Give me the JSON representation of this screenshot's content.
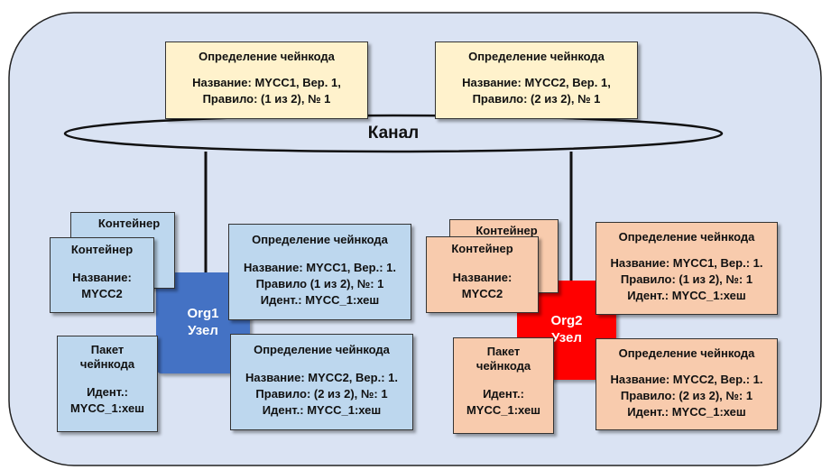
{
  "colors": {
    "background": "#dae3f3",
    "yellow": "#fff2cc",
    "blue": "#bdd7ee",
    "orange": "#f8cbad",
    "org1": "#4472c4",
    "org2": "#ff0000"
  },
  "channel": {
    "label": "Канал"
  },
  "channel_definitions": [
    {
      "header": "Определение чейнкода",
      "lines": [
        "Название: MYCC1, Вер. 1,",
        "Правило: (1 из 2), № 1"
      ]
    },
    {
      "header": "Определение чейнкода",
      "lines": [
        "Название: MYCC2, Вер. 1,",
        "Правило: (2 из 2), № 1"
      ]
    }
  ],
  "org1": {
    "node": {
      "line1": "Org1",
      "line2": "Узел"
    },
    "container_back": {
      "header": "Контейнер"
    },
    "container_front": {
      "header": "Контейнер",
      "lines": [
        "Название:",
        "MYCC2"
      ]
    },
    "package": {
      "header_lines": [
        "Пакет",
        "чейнкода"
      ],
      "lines": [
        "Идент.:",
        "MYCC_1:хеш"
      ]
    },
    "definitions": [
      {
        "header": "Определение чейнкода",
        "lines": [
          "Название: MYCC1, Вер.: 1.",
          "Правило (1 из 2), №: 1",
          "Идент.: MYCC_1:хеш"
        ]
      },
      {
        "header": "Определение чейнкода",
        "lines": [
          "Название: MYCC2, Вер.: 1.",
          "Правило: (2 из 2), №: 1",
          "Идент.: MYCC_1:хеш"
        ]
      }
    ]
  },
  "org2": {
    "node": {
      "line1": "Org2",
      "line2": "Узел"
    },
    "container_back": {
      "header": "Контейнер"
    },
    "container_front": {
      "header": "Контейнер",
      "lines": [
        "Название:",
        "MYCC2"
      ]
    },
    "package": {
      "header_lines": [
        "Пакет",
        "чейнкода"
      ],
      "lines": [
        "Идент.:",
        "MYCC_1:хеш"
      ]
    },
    "definitions": [
      {
        "header": "Определение чейнкода",
        "lines": [
          "Название: MYCC1, Вер.: 1.",
          "Правило: (1 из 2), №: 1",
          "Идент.: MYCC_1:хеш"
        ]
      },
      {
        "header": "Определение чейнкода",
        "lines": [
          "Название: MYCC2, Вер.: 1.",
          "Правило: (2 из 2), №: 1",
          "Идент.: MYCC_1:хеш"
        ]
      }
    ]
  }
}
